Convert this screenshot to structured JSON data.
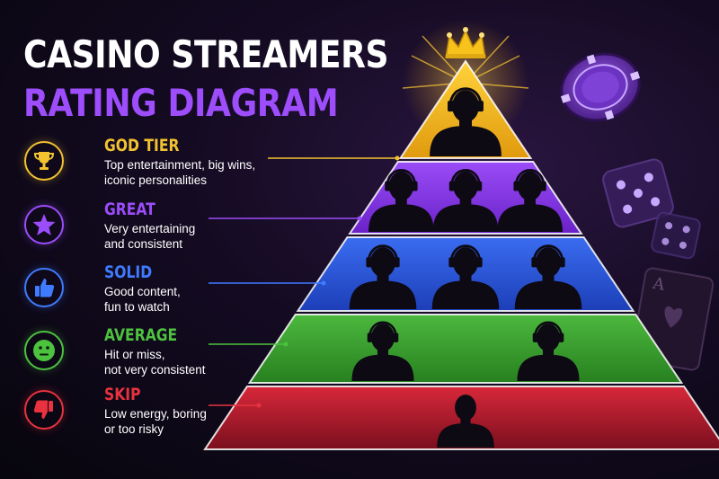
{
  "title": {
    "line1": "CASINO STREAMERS",
    "line2": "RATING DIAGRAM"
  },
  "colors": {
    "title_accent": "#9d4dfc",
    "god": "#f2b21c",
    "great": "#8e3cf0",
    "solid": "#2f5fe0",
    "average": "#3fae3a",
    "skip": "#d8283a"
  },
  "tiers": [
    {
      "name": "GOD TIER",
      "icon": "trophy-icon",
      "color": "#f2c230",
      "desc": [
        "Top entertainment, big wins,",
        "iconic personalities"
      ]
    },
    {
      "name": "GREAT",
      "icon": "star-icon",
      "color": "#9b4dfa",
      "desc": [
        "Very entertaining",
        "and consistent"
      ]
    },
    {
      "name": "SOLID",
      "icon": "thumbs-up-icon",
      "color": "#3f7bff",
      "desc": [
        "Good content,",
        "fun to watch"
      ]
    },
    {
      "name": "AVERAGE",
      "icon": "neutral-face-icon",
      "color": "#4cc23f",
      "desc": [
        "Hit or miss,",
        "not very consistent"
      ]
    },
    {
      "name": "SKIP",
      "icon": "thumbs-down-icon",
      "color": "#e8323f",
      "desc": [
        "Low energy, boring",
        "or too risky"
      ]
    }
  ],
  "pyramid_silhouettes": [
    1,
    3,
    3,
    2,
    1
  ],
  "decorations": [
    "crown-icon",
    "poker-chip-icon",
    "dice-icon",
    "playing-card-icon"
  ]
}
